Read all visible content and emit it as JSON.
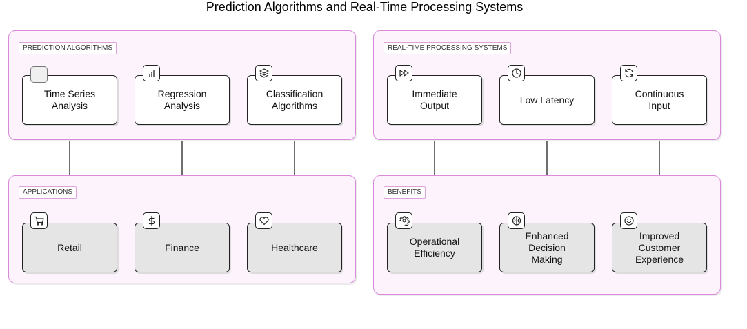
{
  "title": "Prediction Algorithms and Real-Time Processing Systems",
  "groups": {
    "prediction": "PREDICTION ALGORITHMS",
    "realtime": "REAL-TIME PROCESSING SYSTEMS",
    "applications": "APPLICATIONS",
    "benefits": "BENEFITS"
  },
  "nodes": {
    "time_series": "Time Series\nAnalysis",
    "regression": "Regression\nAnalysis",
    "classification": "Classification\nAlgorithms",
    "immediate_output": "Immediate\nOutput",
    "low_latency": "Low Latency",
    "continuous_input": "Continuous\nInput",
    "retail": "Retail",
    "finance": "Finance",
    "healthcare": "Healthcare",
    "operational_efficiency": "Operational\nEfficiency",
    "enhanced_decision": "Enhanced\nDecision\nMaking",
    "improved_cx": "Improved\nCustomer\nExperience"
  },
  "icons": {
    "time_series": "blank-icon",
    "regression": "bar-chart-icon",
    "classification": "layers-icon",
    "immediate_output": "fast-forward-icon",
    "low_latency": "clock-icon",
    "continuous_input": "refresh-icon",
    "retail": "shopping-cart-icon",
    "finance": "dollar-icon",
    "healthcare": "heart-icon",
    "operational_efficiency": "gear-icon",
    "enhanced_decision": "brain-icon",
    "improved_cx": "smile-icon"
  },
  "edges": [
    [
      "time_series",
      "retail"
    ],
    [
      "regression",
      "finance"
    ],
    [
      "classification",
      "healthcare"
    ],
    [
      "immediate_output",
      "operational_efficiency"
    ],
    [
      "low_latency",
      "enhanced_decision"
    ],
    [
      "continuous_input",
      "improved_cx"
    ]
  ],
  "colors": {
    "group_border": "#d98ad9",
    "group_fill": "#fdf3fd",
    "top_node_fill": "#ffffff",
    "bottom_node_fill": "#e5e5e5",
    "edge": "#222222"
  }
}
